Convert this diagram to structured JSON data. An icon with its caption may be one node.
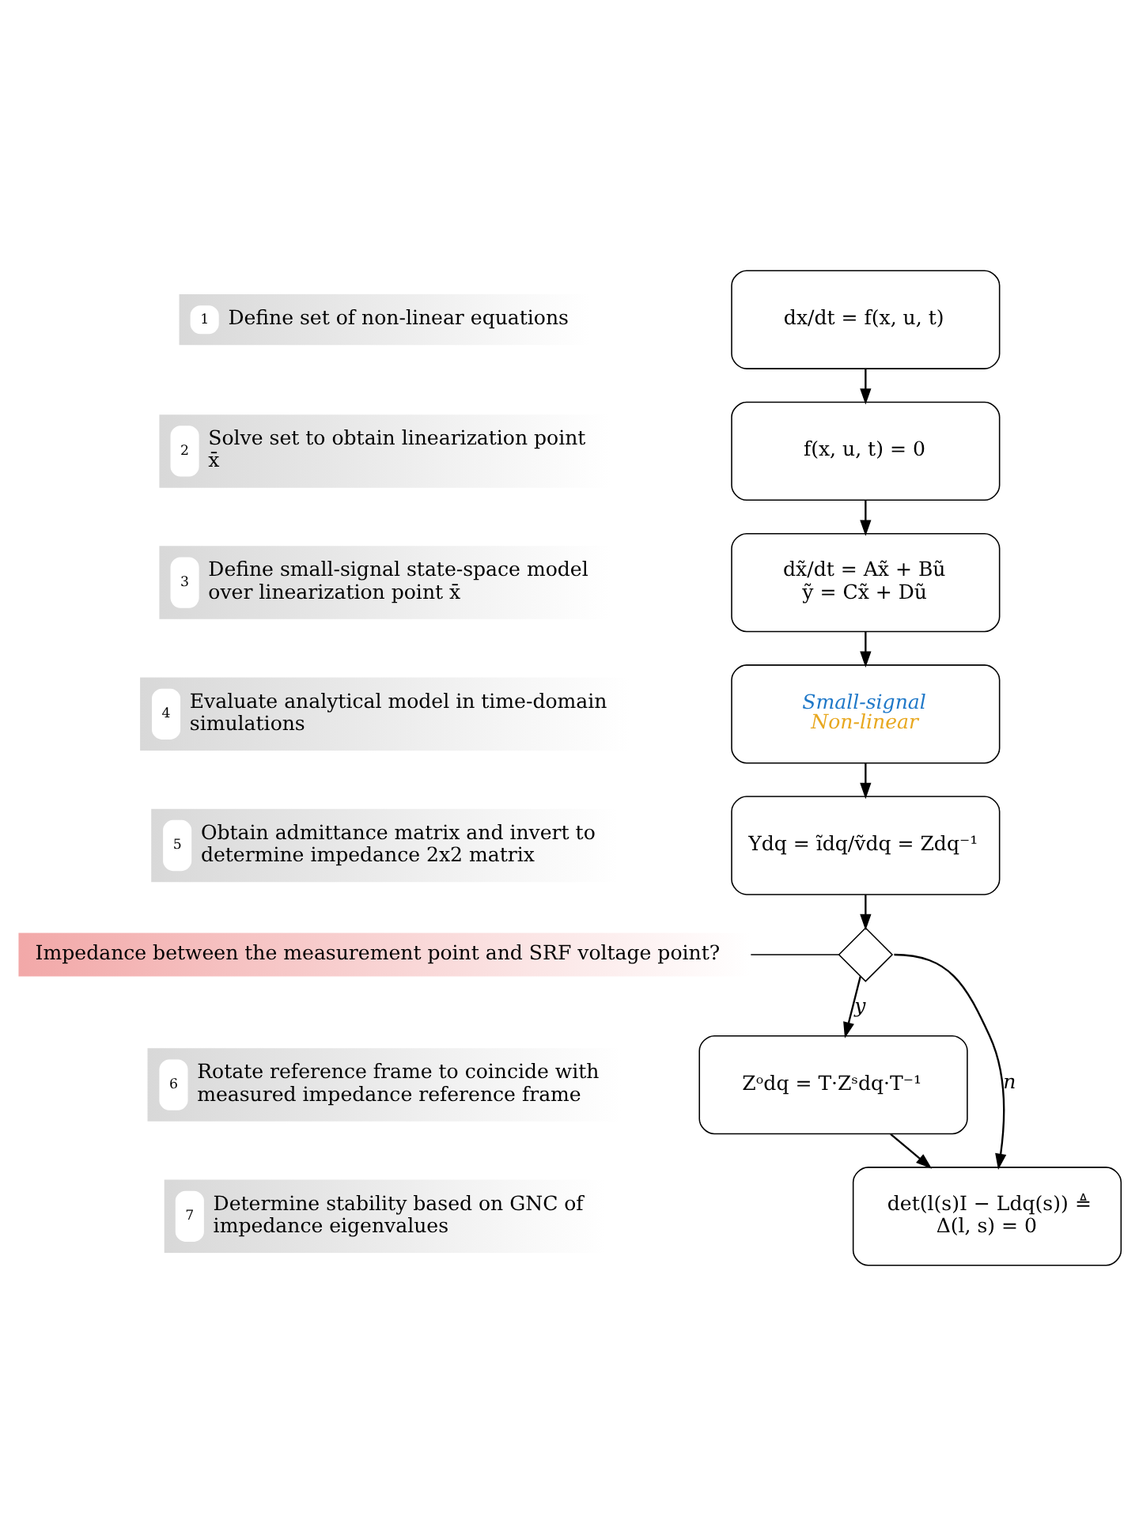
{
  "diagram": {
    "nodes": [
      {
        "text": [
          "1",
          "Define set of non-linear equations"
        ]
      },
      {
        "text": [
          "dx/dt = f(x, u, t)"
        ]
      },
      {
        "text": [
          "2",
          "Solve set to obtain linearization point x̄"
        ]
      },
      {
        "text": [
          "f(x, u, t) = 0"
        ]
      },
      {
        "text": [
          "3",
          "Define small-signal state-space model over linearization point x̄"
        ]
      },
      {
        "text": [
          "dx̃/dt = Ax̃ + Bũ",
          "ỹ = Cx̃ + Dũ"
        ]
      },
      {
        "text": [
          "4",
          "Evaluate analytical model in time-domain simulations"
        ]
      },
      {
        "text": [
          "Small-signal",
          "Non-linear"
        ]
      },
      {
        "text": [
          "5",
          "Obtain admittance matrix and invert to determine impedance 2x2 matrix"
        ]
      },
      {
        "text": [
          "Ydq = ĩdq/ṽdq = Zdq⁻¹"
        ]
      },
      {
        "text": [
          "Impedance between the measurement point and SRF voltage point?"
        ]
      },
      {
        "text": [],
        "shape": "diamond"
      },
      {
        "text": [
          "6",
          "Rotate reference frame to coincide with measured impedance reference frame"
        ]
      },
      {
        "text": [
          "Zᵒdq = T·Zˢdq·T⁻¹"
        ]
      },
      {
        "text": [
          "7",
          "Determine stability based on GNC of impedance eigenvalues"
        ]
      },
      {
        "text": [
          "det(l(s)I − Ldq(s)) ≜",
          "Δ(l, s) = 0"
        ]
      }
    ],
    "edges": [
      {
        "from": 1,
        "to": 3,
        "arrow": "to"
      },
      {
        "from": 3,
        "to": 5,
        "arrow": "to"
      },
      {
        "from": 5,
        "to": 7,
        "arrow": "to"
      },
      {
        "from": 7,
        "to": 9,
        "arrow": "to"
      },
      {
        "from": 9,
        "to": 11,
        "arrow": "to"
      },
      {
        "from": 10,
        "to": 11,
        "arrow": "none"
      },
      {
        "from": 11,
        "to": 13,
        "label": "y",
        "arrow": "to"
      },
      {
        "from": 11,
        "to": 15,
        "label": "n",
        "arrow": "to"
      },
      {
        "from": 13,
        "to": 15,
        "arrow": "to"
      }
    ]
  }
}
